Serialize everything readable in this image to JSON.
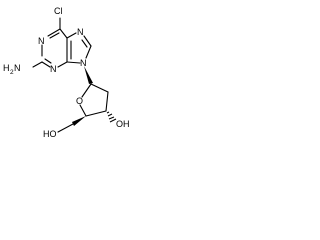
{
  "molecule": {
    "labels": {
      "cl": "Cl",
      "n_ring1": "N",
      "n_ring3": "N",
      "n_ring7": "N",
      "n_ring9": "N",
      "amine_h": "H",
      "amine_sub": "2",
      "amine_n": "N",
      "ring_o": "O",
      "oh_right": "OH",
      "ho_left": "HO"
    }
  }
}
